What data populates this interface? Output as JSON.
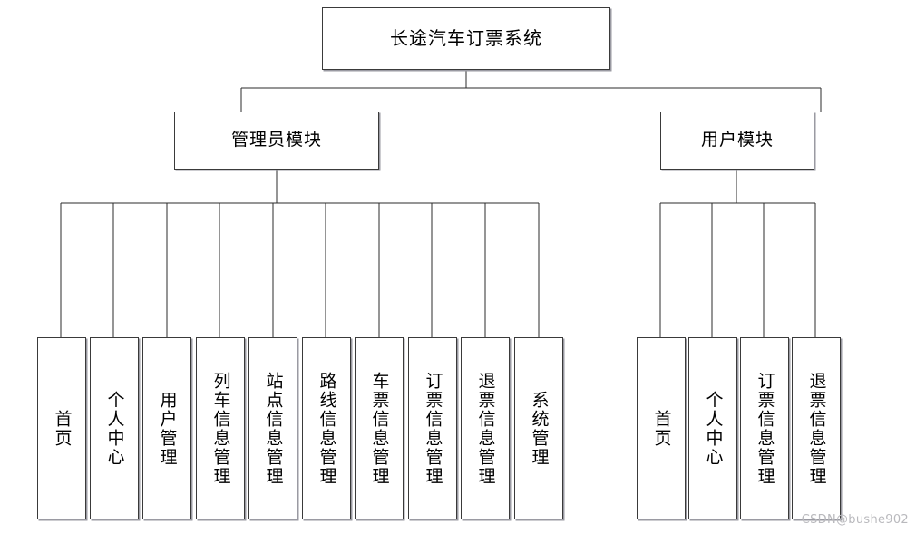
{
  "diagram": {
    "type": "tree",
    "title": "长途汽车订票系统",
    "watermark": "CSDN@bushe902",
    "colors": {
      "node_border": "#3a3a3a",
      "node_shadow": "#9a9aa2",
      "connector": "#2b2b2b",
      "background": "#ffffff",
      "text": "#000000",
      "watermark": "#b9b9bd"
    },
    "root": {
      "label": "长途汽车订票系统",
      "orientation": "horizontal"
    },
    "branches": [
      {
        "label": "管理员模块",
        "orientation": "horizontal",
        "children": [
          {
            "label": "首页",
            "orientation": "vertical"
          },
          {
            "label": "个人中心",
            "orientation": "vertical"
          },
          {
            "label": "用户管理",
            "orientation": "vertical"
          },
          {
            "label": "列车信息管理",
            "orientation": "vertical"
          },
          {
            "label": "站点信息管理",
            "orientation": "vertical"
          },
          {
            "label": "路线信息管理",
            "orientation": "vertical"
          },
          {
            "label": "车票信息管理",
            "orientation": "vertical"
          },
          {
            "label": "订票信息管理",
            "orientation": "vertical"
          },
          {
            "label": "退票信息管理",
            "orientation": "vertical"
          },
          {
            "label": "系统管理",
            "orientation": "vertical"
          }
        ]
      },
      {
        "label": "用户模块",
        "orientation": "horizontal",
        "children": [
          {
            "label": "首页",
            "orientation": "vertical"
          },
          {
            "label": "个人中心",
            "orientation": "vertical"
          },
          {
            "label": "订票信息管理",
            "orientation": "vertical"
          },
          {
            "label": "退票信息管理",
            "orientation": "vertical"
          }
        ]
      }
    ]
  }
}
